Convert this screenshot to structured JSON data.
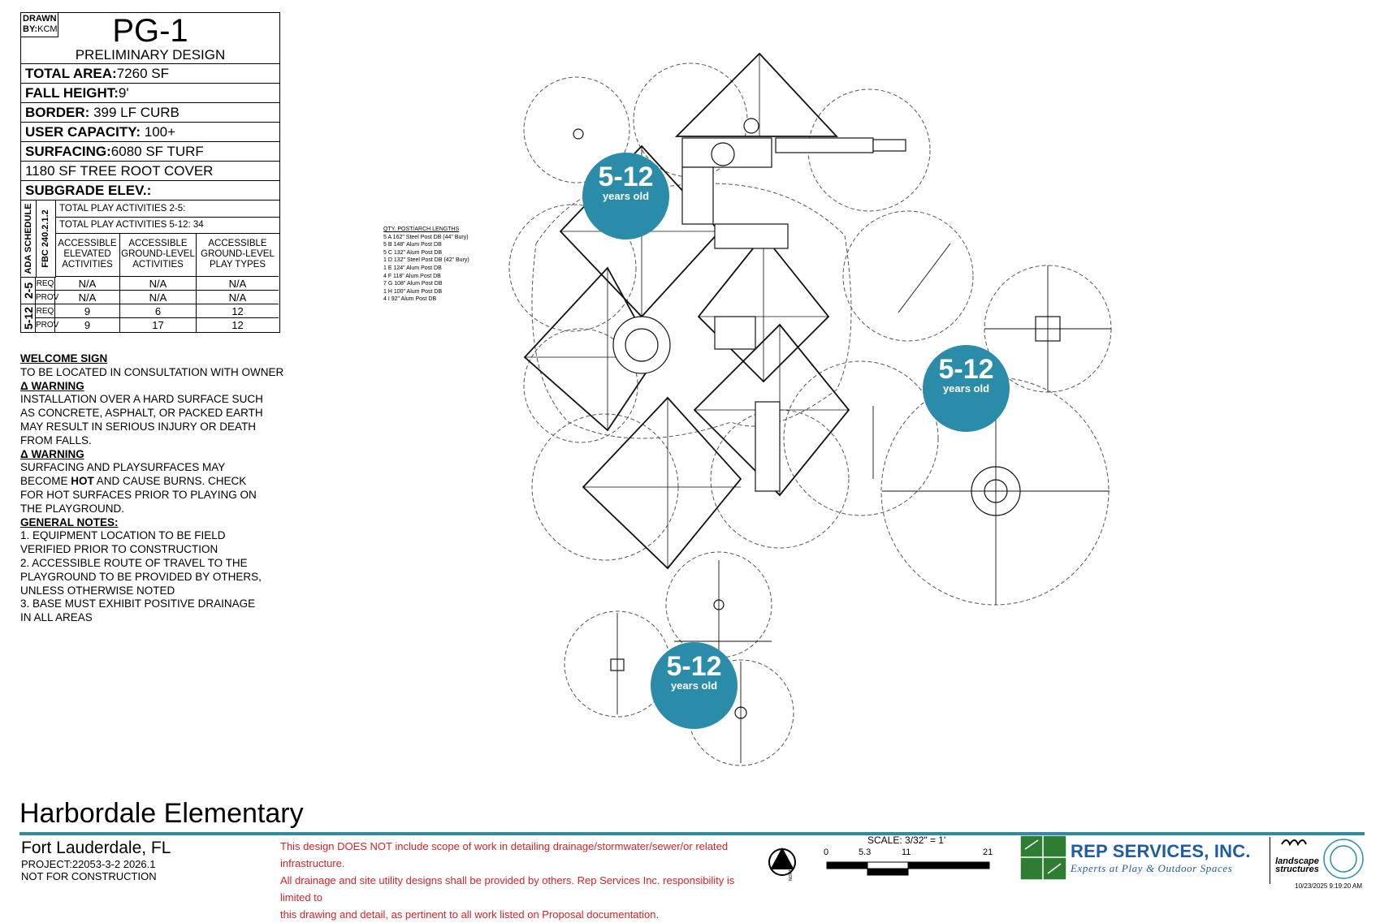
{
  "title_block": {
    "drawn_by_label": "DRAWN BY:",
    "drawn_by": "KCM",
    "sheet": "PG-1",
    "design_status": "PRELIMINARY DESIGN",
    "rows": [
      {
        "label": "TOTAL AREA:",
        "value": "7260 SF"
      },
      {
        "label": "FALL HEIGHT:",
        "value": "9'"
      },
      {
        "label": "BORDER:",
        "value": "399 LF CURB"
      },
      {
        "label": "USER CAPACITY:",
        "value": "100+"
      },
      {
        "label": "SURFACING:",
        "value": "6080 SF TURF"
      },
      {
        "label": "",
        "value": "1180 SF TREE ROOT COVER"
      },
      {
        "label": "SUBGRADE ELEV.:",
        "value": ""
      }
    ]
  },
  "ada": {
    "label": "ADA SCHEDULE",
    "code": "FBC 240.2.1.2",
    "total_2_5": "TOTAL PLAY ACTIVITIES 2-5:",
    "total_5_12": "TOTAL PLAY ACTIVITIES 5-12: 34",
    "columns": [
      "ACCESSIBLE ELEVATED ACTIVITIES",
      "ACCESSIBLE GROUND-LEVEL ACTIVITIES",
      "ACCESSIBLE GROUND-LEVEL PLAY TYPES"
    ],
    "groups": [
      {
        "name": "2-5",
        "rows": [
          {
            "type": "REQ",
            "values": [
              "N/A",
              "N/A",
              "N/A"
            ]
          },
          {
            "type": "PROV",
            "values": [
              "N/A",
              "N/A",
              "N/A"
            ]
          }
        ]
      },
      {
        "name": "5-12",
        "rows": [
          {
            "type": "REQ",
            "values": [
              "9",
              "6",
              "12"
            ]
          },
          {
            "type": "PROV",
            "values": [
              "9",
              "17",
              "12"
            ]
          }
        ]
      }
    ]
  },
  "notes": {
    "welcome_heading": "WELCOME SIGN",
    "welcome_text": "TO BE LOCATED IN CONSULTATION WITH OWNER",
    "warning1_heading": "Δ WARNING",
    "warning1_lines": [
      "INSTALLATION OVER A HARD SURFACE SUCH",
      "AS CONCRETE, ASPHALT, OR PACKED EARTH",
      "MAY RESULT IN SERIOUS INJURY OR DEATH",
      "FROM FALLS."
    ],
    "warning2_heading": "Δ WARNING",
    "warning2_line1": "SURFACING AND PLAYSURFACES MAY",
    "warning2_line2_pre": "BECOME ",
    "warning2_line2_bold": "HOT",
    "warning2_line2_post": " AND CAUSE BURNS.  CHECK",
    "warning2_lines_rest": [
      "FOR HOT SURFACES PRIOR TO PLAYING ON",
      "THE PLAYGROUND."
    ],
    "general_heading": "GENERAL NOTES:",
    "general_lines": [
      "1.  EQUIPMENT LOCATION TO BE FIELD",
      "VERIFIED PRIOR TO CONSTRUCTION",
      "2.  ACCESSIBLE ROUTE OF TRAVEL TO THE",
      "PLAYGROUND TO BE PROVIDED BY OTHERS,",
      "UNLESS OTHERWISE NOTED",
      "3.  BASE MUST EXHIBIT POSITIVE DRAINAGE",
      "IN ALL AREAS"
    ]
  },
  "post_table": {
    "header": "QTY.  POST/ARCH LENGTHS",
    "rows": [
      "5    A   162\" Steel Post DB (44\" Bury)",
      "5    B   148\" Alum Post DB",
      "5    C   132\" Alum Post DB",
      "1    D   132\" Steel Post DB (42\" Bury)",
      "1    E   124\" Alum Post DB",
      "4    F   118\" Alum Post DB",
      "7    G   108\" Alum Post DB",
      "1    H   100\" Alum Post DB",
      "4    I    92\" Alum Post DB"
    ]
  },
  "age_badges": [
    {
      "age": "5-12",
      "label": "years old"
    },
    {
      "age": "5-12",
      "label": "years old"
    },
    {
      "age": "5-12",
      "label": "years old"
    }
  ],
  "footer": {
    "project_title": "Harbordale Elementary",
    "location": "Fort Lauderdale, FL",
    "project": "PROJECT:22053-3-2 2026.1",
    "not_for_construction": "NOT FOR CONSTRUCTION",
    "disclaimer": [
      "This design DOES NOT include scope of work in detailing drainage/stormwater/sewer/or related infrastructure.",
      "All drainage and site utility designs shall be provided by others. Rep Services Inc. responsibility is limited to",
      "this drawing and detail, as pertinent to all work listed on Proposal documentation."
    ],
    "north_label": "NORTH",
    "scale": "SCALE: 3/32\" = 1'",
    "scale_ticks": [
      "0",
      "5.3",
      "11",
      "21"
    ],
    "company": "REP SERVICES, INC.",
    "tagline": "Experts at Play & Outdoor Spaces",
    "partner": "landscape structures",
    "timestamp": "10/23/2025 9:19:20 AM"
  },
  "colors": {
    "accent": "#2a8ca8",
    "disclaimer": "#d0252b",
    "brand": "#1f5da0",
    "brand_green": "#2e7d32"
  }
}
